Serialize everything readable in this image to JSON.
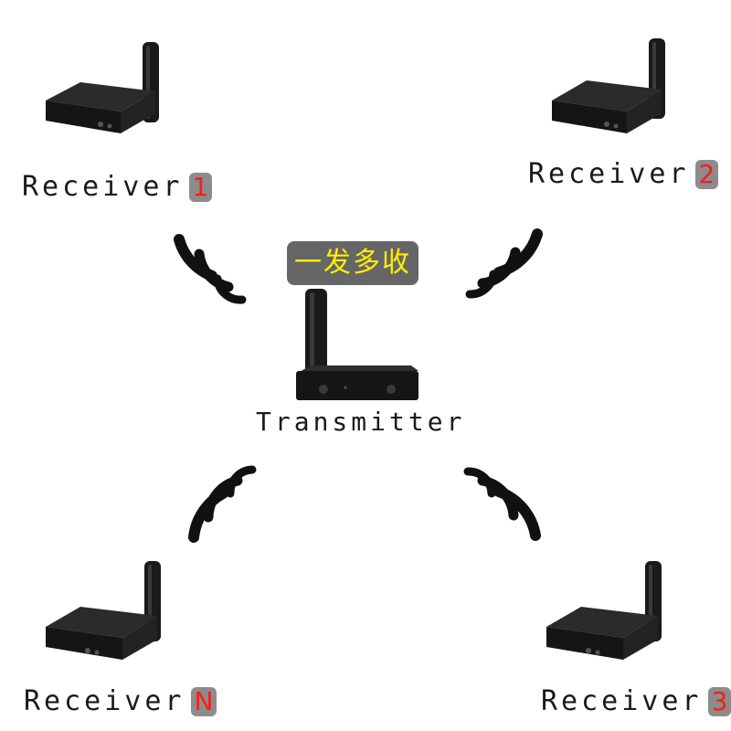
{
  "center_badge": "一发多收",
  "transmitter_label": "Transmitter",
  "receivers": [
    {
      "label": "Receiver",
      "num": "1"
    },
    {
      "label": "Receiver",
      "num": "2"
    },
    {
      "label": "Receiver",
      "num": "N"
    },
    {
      "label": "Receiver",
      "num": "3"
    }
  ],
  "colors": {
    "badge_bg": "#666666",
    "badge_text": "#ffee00",
    "num_text": "#ff1a1a",
    "num_bg": "#8c8c8c",
    "device": "#1c1c1c"
  },
  "icons": [
    "wireless-waves-icon",
    "receiver-device-icon",
    "transmitter-device-icon"
  ]
}
